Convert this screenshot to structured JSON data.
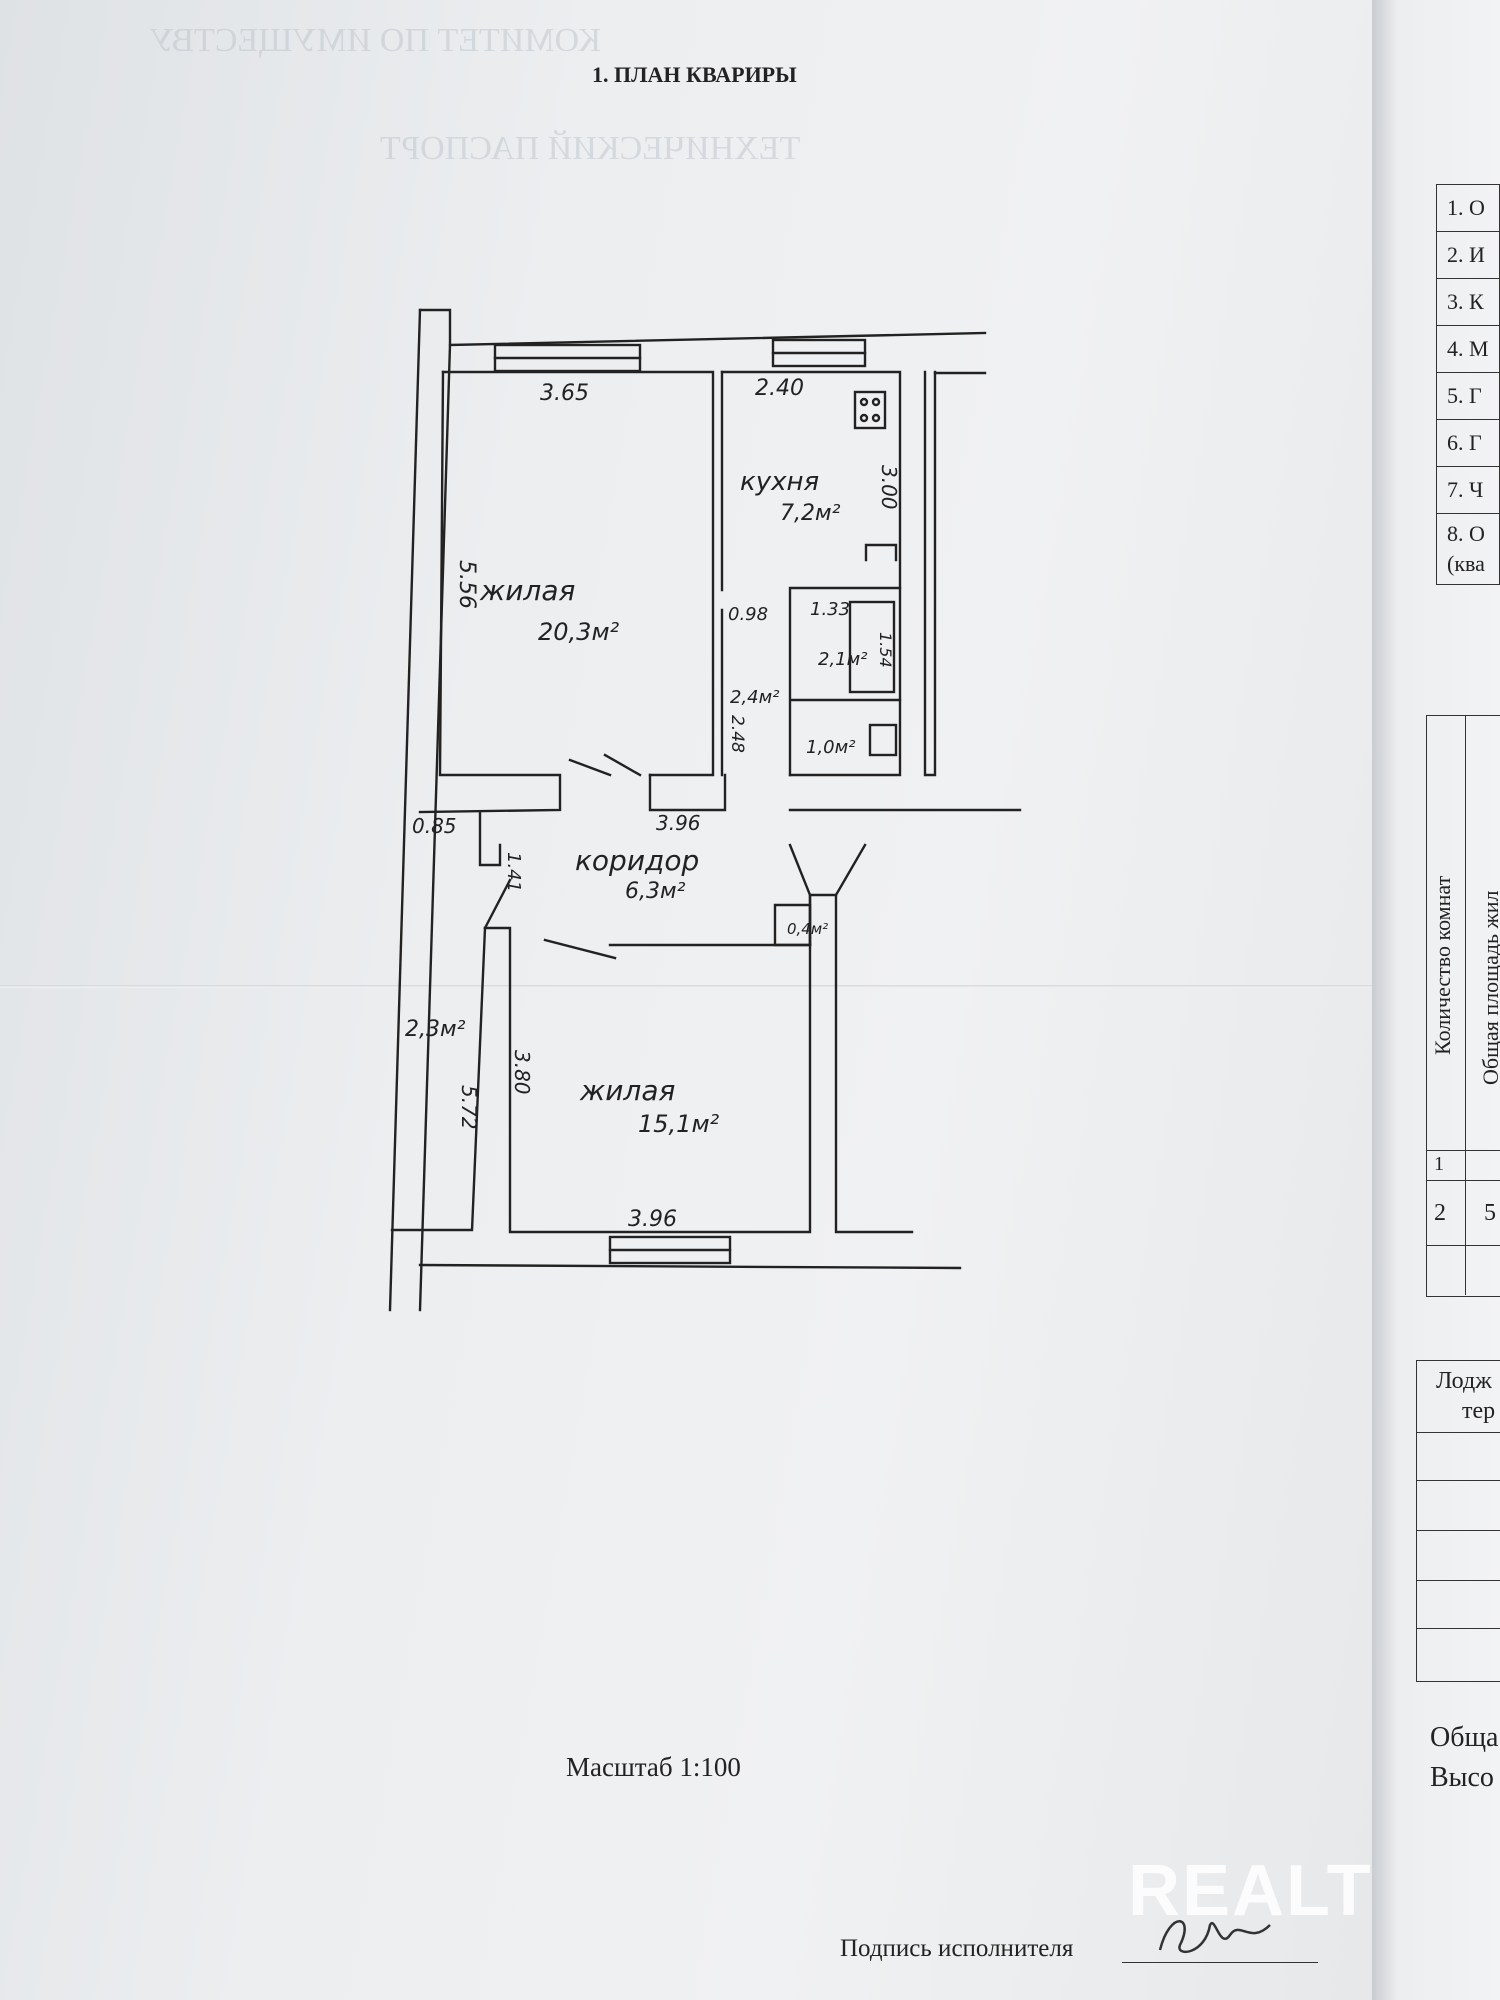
{
  "document": {
    "title": "1. ПЛАН КВАРИРЫ",
    "scale_label": "Масштаб 1:100",
    "signature_label": "Подпись исполнителя",
    "watermark": "REALT"
  },
  "rooms": {
    "living_1": {
      "name": "жилая",
      "area": "20,3м²"
    },
    "kitchen": {
      "name": "кухня",
      "area": "7,2м²"
    },
    "corridor": {
      "name": "коридор",
      "area": "6,3м²"
    },
    "living_2": {
      "name": "жилая",
      "area": "15,1м²"
    },
    "bath": {
      "area": "2,1м²"
    },
    "toilet": {
      "area": "1,0м²"
    },
    "hall": {
      "area": "2,4м²"
    },
    "loggia": {
      "area": "2,3м²"
    },
    "closet": {
      "area": "0,4м²"
    }
  },
  "dimensions": {
    "d_365": "3.65",
    "d_240": "2.40",
    "d_556": "5.56",
    "d_300": "3.00",
    "d_098": "0.98",
    "d_133": "1.33",
    "d_154": "1.54",
    "d_248": "2.48",
    "d_396a": "3.96",
    "d_085": "0.85",
    "d_141": "1.41",
    "d_572": "5.72",
    "d_380": "3.80",
    "d_396b": "3.96"
  },
  "right_page": {
    "rows": [
      "1. О",
      "2. И",
      "3. К",
      "4. М",
      "5. Г",
      "6. Г",
      "7. Ч",
      "8. О",
      "(ква"
    ],
    "col_head_1": "Количество комнат",
    "col_head_2": "Общая площадь жил",
    "row_nums": [
      "1",
      "2"
    ],
    "row2_val": "5",
    "loggia_head_1": "Лодж",
    "loggia_head_2": "тер",
    "footer_1": "Обща",
    "footer_2": "Высо"
  },
  "colors": {
    "ink": "#222222",
    "paper": "#eef0f1"
  }
}
